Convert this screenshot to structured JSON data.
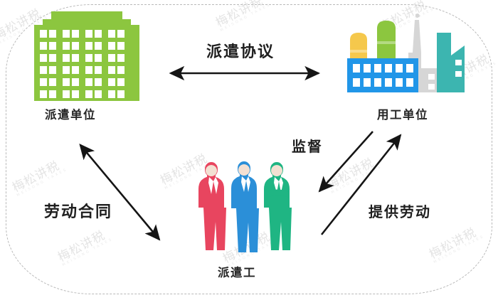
{
  "diagram": {
    "title_hidden": "",
    "frame": {
      "style": "dashed-rounded",
      "color": "#b9b9b9"
    },
    "watermark": {
      "text": "梅松讲税",
      "subtext": "MEISONG TAXES",
      "color": "#cfcfcf"
    },
    "nodes": [
      {
        "id": "dispatch-unit",
        "label": "派遣单位",
        "icon": "office-building-icon",
        "color": "#8CC63F"
      },
      {
        "id": "employer-unit",
        "label": "用工单位",
        "icon": "factory-icon",
        "colors": {
          "silo_yellow": "#F5C84C",
          "silo_green": "#8CC63F",
          "building_blue": "#2196E8",
          "plant_gray": "#D6D6D6",
          "chimney_teal": "#3CB5B0"
        }
      },
      {
        "id": "dispatched-workers",
        "label": "派遣工",
        "icon": "three-workers-icon",
        "colors": {
          "worker_red": "#E8455F",
          "worker_blue": "#2B8FD8",
          "worker_green": "#1FB583"
        }
      }
    ],
    "edges": [
      {
        "id": "dispatch-agreement",
        "label": "派遣协议",
        "from": "dispatch-unit",
        "to": "employer-unit",
        "direction": "bidirectional",
        "orientation": "horizontal"
      },
      {
        "id": "labor-contract",
        "label": "劳动合同",
        "from": "dispatch-unit",
        "to": "dispatched-workers",
        "direction": "bidirectional",
        "orientation": "diagonal-down-right"
      },
      {
        "id": "supervision",
        "label": "监督",
        "from": "employer-unit",
        "to": "dispatched-workers",
        "direction": "single",
        "orientation": "diagonal-down-left"
      },
      {
        "id": "provide-labor",
        "label": "提供劳动",
        "from": "dispatched-workers",
        "to": "employer-unit",
        "direction": "single",
        "orientation": "diagonal-up-right"
      }
    ]
  }
}
